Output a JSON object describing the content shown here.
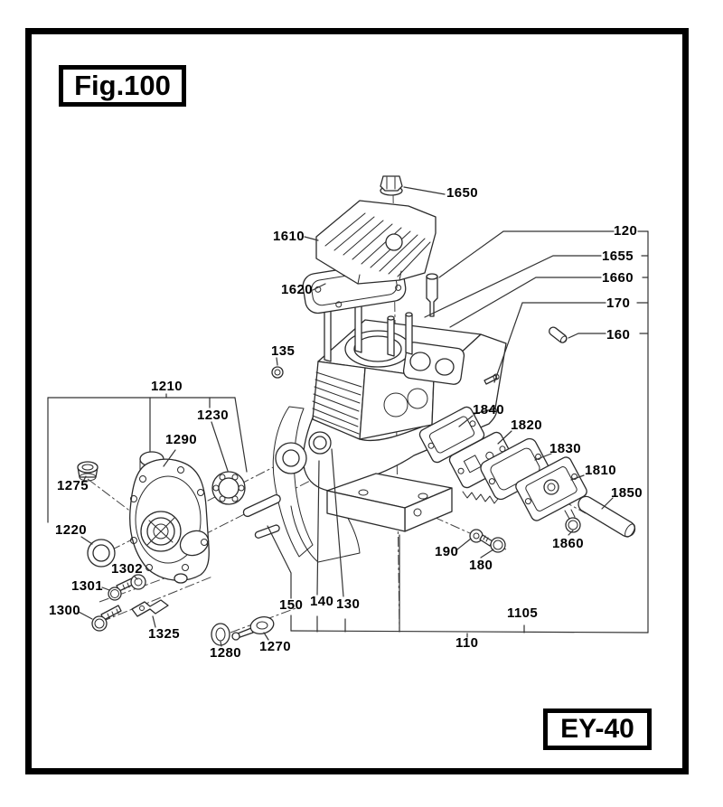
{
  "figure": {
    "title": "Fig.100",
    "model": "EY-40"
  },
  "parts": [
    {
      "label": "1650"
    },
    {
      "label": "120"
    },
    {
      "label": "1655"
    },
    {
      "label": "1660"
    },
    {
      "label": "170"
    },
    {
      "label": "160"
    },
    {
      "label": "1610"
    },
    {
      "label": "1620"
    },
    {
      "label": "135"
    },
    {
      "label": "1840"
    },
    {
      "label": "1820"
    },
    {
      "label": "1830"
    },
    {
      "label": "1810"
    },
    {
      "label": "1850"
    },
    {
      "label": "1860"
    },
    {
      "label": "1210"
    },
    {
      "label": "1230"
    },
    {
      "label": "1290"
    },
    {
      "label": "1275"
    },
    {
      "label": "1220"
    },
    {
      "label": "1302"
    },
    {
      "label": "1301"
    },
    {
      "label": "1300"
    },
    {
      "label": "1325"
    },
    {
      "label": "1280"
    },
    {
      "label": "1270"
    },
    {
      "label": "150"
    },
    {
      "label": "140"
    },
    {
      "label": "130"
    },
    {
      "label": "190"
    },
    {
      "label": "180"
    },
    {
      "label": "1105"
    },
    {
      "label": "110"
    }
  ]
}
